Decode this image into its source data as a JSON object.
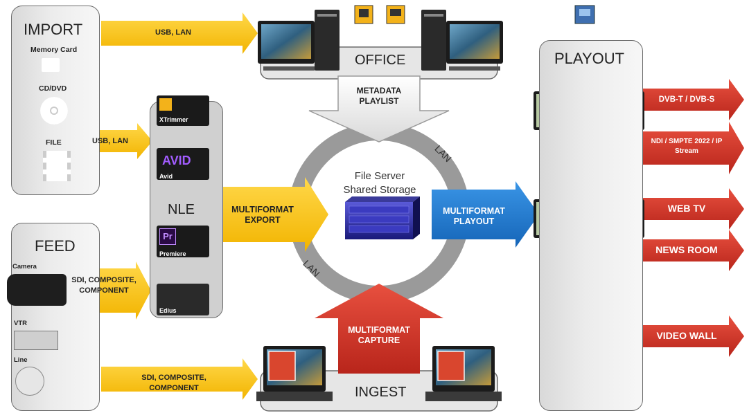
{
  "colors": {
    "yellow": "#f7c21b",
    "blue": "#1f7cd1",
    "red": "#d9362b",
    "ring": "#9a9a9a"
  },
  "import": {
    "title": "IMPORT",
    "items": [
      {
        "label": "Memory Card",
        "icon": "memory-card-icon"
      },
      {
        "label": "CD/DVD",
        "icon": "disc-icon"
      },
      {
        "label": "FILE",
        "icon": "film-file-icon"
      }
    ]
  },
  "feed": {
    "title": "FEED",
    "items": [
      {
        "label": "Camera",
        "icon": "camera-icon"
      },
      {
        "label": "VTR",
        "icon": "vtr-icon"
      },
      {
        "label": "Line",
        "icon": "satellite-dish-icon"
      }
    ]
  },
  "nle": {
    "title": "NLE",
    "apps": [
      {
        "label": "XTrimmer"
      },
      {
        "label": "Avid"
      },
      {
        "label": "Premiere"
      },
      {
        "label": "Edius"
      }
    ]
  },
  "office": {
    "title": "OFFICE"
  },
  "ingest": {
    "title": "INGEST"
  },
  "playout": {
    "title": "PLAYOUT",
    "outputs": [
      "DVB-T / DVB-S",
      "NDI / SMPTE 2022 / IP Stream",
      "WEB TV",
      "NEWS ROOM",
      "VIDEO WALL"
    ]
  },
  "arrows": {
    "import_to_office": "USB, LAN",
    "file_to_nle": "USB, LAN",
    "feed_to_nle": "SDI, COMPOSITE, COMPONENT",
    "line_to_ingest": "SDI, COMPOSITE, COMPONENT",
    "metadata": "METADATA PLAYLIST",
    "export": "MULTIFORMAT EXPORT",
    "playout": "MULTIFORMAT PLAYOUT",
    "capture": "MULTIFORMAT CAPTURE"
  },
  "center": {
    "line1": "File Server",
    "line2": "Shared Storage",
    "lan": "LAN"
  }
}
